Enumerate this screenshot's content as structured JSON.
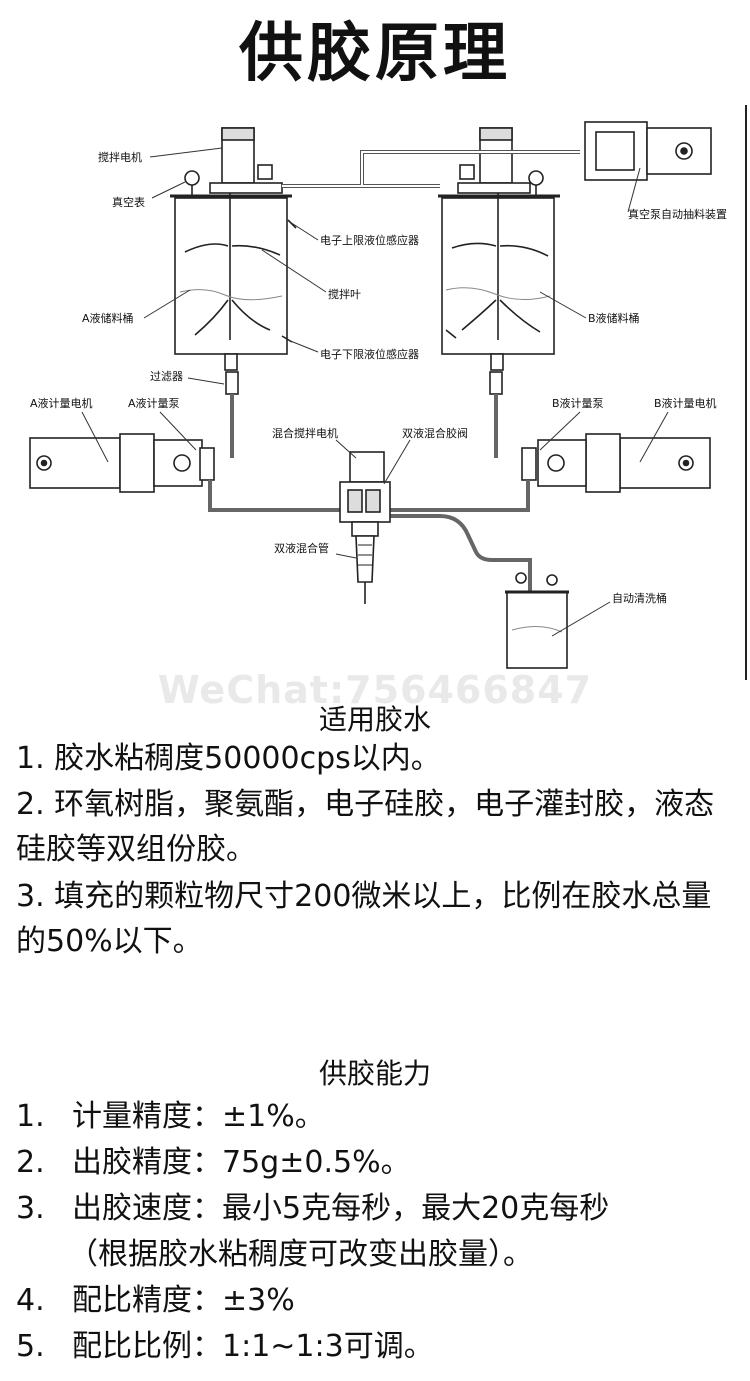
{
  "title": "供胶原理",
  "watermark": "WeChat:756466847",
  "diagram": {
    "labels": {
      "stir_motor": "搅拌电机",
      "vacuum_gauge": "真空表",
      "upper_sensor": "电子上限液位感应器",
      "stir_blade": "搅拌叶",
      "lower_sensor": "电子下限液位感应器",
      "tank_a": "A液储料桶",
      "tank_b": "B液储料桶",
      "vacuum_pump": "真空泵自动抽料装置",
      "filter": "过滤器",
      "meter_motor_a": "A液计量电机",
      "meter_pump_a": "A液计量泵",
      "meter_pump_b": "B液计量泵",
      "meter_motor_b": "B液计量电机",
      "mix_motor": "混合搅拌电机",
      "mix_valve": "双液混合胶阀",
      "mix_tube": "双液混合管",
      "cleaning_tank": "自动清洗桶"
    }
  },
  "applicable": {
    "heading": "适用胶水",
    "items": [
      "1. 胶水粘稠度50000cps以内。",
      "2. 环氧树脂，聚氨酯，电子硅胶，电子灌封胶，液态硅胶等双组份胶。",
      "3. 填充的颗粒物尺寸200微米以上，比例在胶水总量的50%以下。"
    ]
  },
  "capability": {
    "heading": "供胶能力",
    "items": [
      {
        "num": "1.",
        "text": "计量精度：±1%。"
      },
      {
        "num": "2.",
        "text": "出胶精度：75g±0.5%。"
      },
      {
        "num": "3.",
        "text": "出胶速度：最小5克每秒，最大20克每秒"
      },
      {
        "num": "",
        "text": "（根据胶水粘稠度可改变出胶量）。"
      },
      {
        "num": "4.",
        "text": "配比精度：±3%"
      },
      {
        "num": "5.",
        "text": "配比比例：1:1~1:3可调。"
      }
    ]
  }
}
